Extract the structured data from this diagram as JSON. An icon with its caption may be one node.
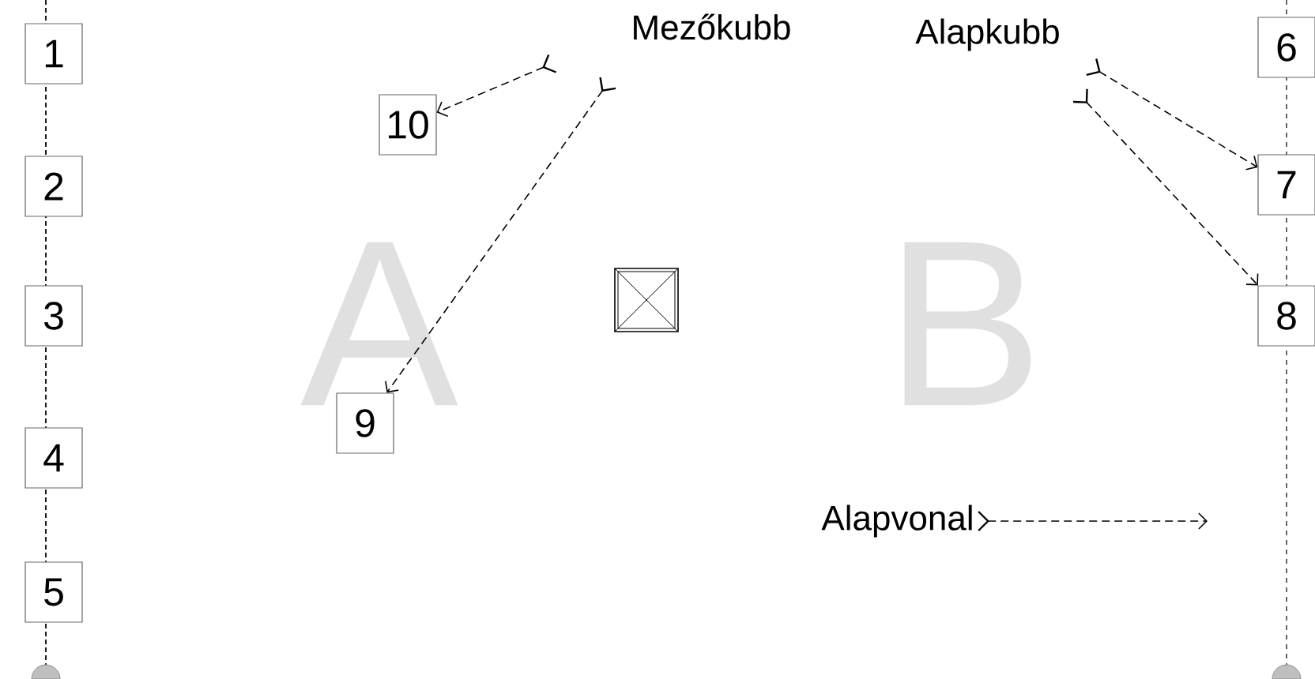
{
  "diagram": {
    "nodes": [
      {
        "text": [
          "1"
        ]
      },
      {
        "text": [
          "2"
        ]
      },
      {
        "text": [
          "3"
        ]
      },
      {
        "text": [
          "4"
        ]
      },
      {
        "text": [
          "5"
        ]
      },
      {
        "text": [
          "Mezőkubb"
        ]
      },
      {
        "text": [
          "Alapkubb"
        ]
      },
      {
        "text": [
          "6"
        ]
      },
      {
        "text": [
          "10"
        ]
      },
      {
        "text": [
          "7"
        ]
      },
      {
        "text": [],
        "shape": "box"
      },
      {
        "text": [
          "8"
        ]
      },
      {
        "text": [
          "9"
        ]
      },
      {
        "text": [
          "Alapvonal"
        ]
      }
    ],
    "edges": [
      {
        "from": 5,
        "to": 8,
        "arrow": "to",
        "style": "dashed"
      },
      {
        "from": 5,
        "to": 12,
        "arrow": "to",
        "style": "dashed"
      },
      {
        "from": 6,
        "to": 9,
        "arrow": "to",
        "style": "dashed"
      },
      {
        "from": 6,
        "to": 11,
        "arrow": "to",
        "style": "dashed"
      },
      {
        "from": 13,
        "to": null,
        "arrow": "to",
        "style": "dashed"
      }
    ],
    "labels": [
      "A",
      "B"
    ]
  }
}
